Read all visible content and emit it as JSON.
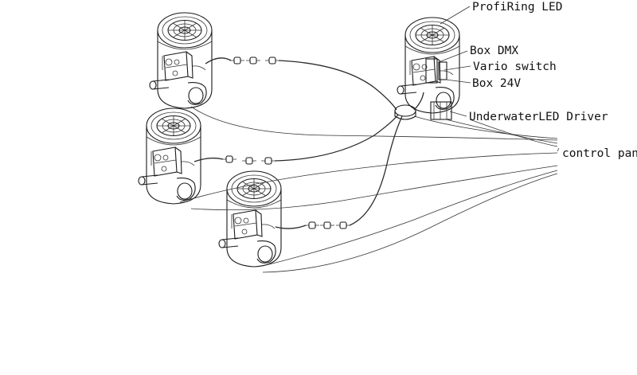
{
  "labels": {
    "profiring_led": "ProfiRing LED",
    "box_dmx": "Box DMX",
    "vario_switch": "Vario switch",
    "box_24v": "Box 24V",
    "underwater_led_driver": "UnderwaterLED Driver",
    "control_panel": "control panel"
  },
  "icons": {
    "unit": "underwater-light-unit-icon",
    "connector": "cable-connector-icon"
  },
  "colors": {
    "line": "#1a1a1a",
    "background": "#ffffff"
  }
}
